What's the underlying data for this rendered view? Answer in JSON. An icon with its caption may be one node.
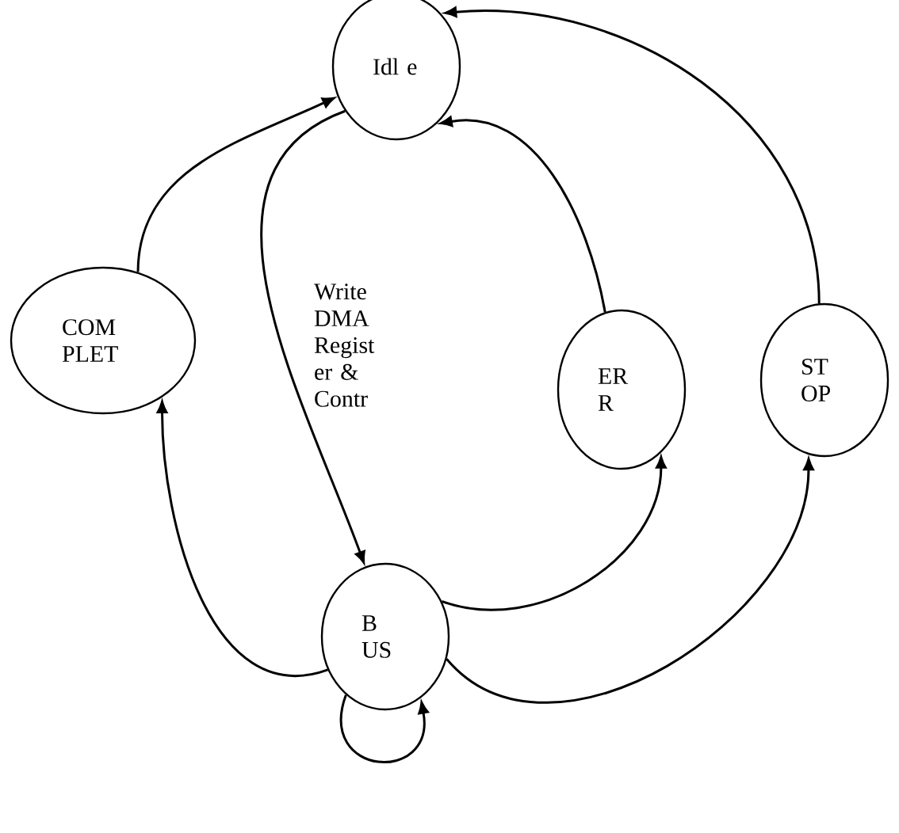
{
  "diagram": {
    "nodes": [
      {
        "text": [
          "Idl e"
        ]
      },
      {
        "text": [
          "COM PLET"
        ]
      },
      {
        "text": [
          "ER R"
        ]
      },
      {
        "text": [
          "ST OP"
        ]
      },
      {
        "text": [
          "B US"
        ]
      }
    ],
    "edges": [
      {
        "from": 0,
        "to": 4,
        "arrow": "to",
        "label": "Write DMA Regist er & Contr"
      },
      {
        "from": 1,
        "to": 0,
        "arrow": "to"
      },
      {
        "from": 2,
        "to": 0,
        "arrow": "to"
      },
      {
        "from": 3,
        "to": 0,
        "arrow": "to"
      },
      {
        "from": 4,
        "to": 1,
        "arrow": "to"
      },
      {
        "from": 4,
        "to": 2,
        "arrow": "to"
      },
      {
        "from": 4,
        "to": 3,
        "arrow": "to"
      },
      {
        "from": 4,
        "to": 4,
        "arrow": "to"
      }
    ]
  }
}
